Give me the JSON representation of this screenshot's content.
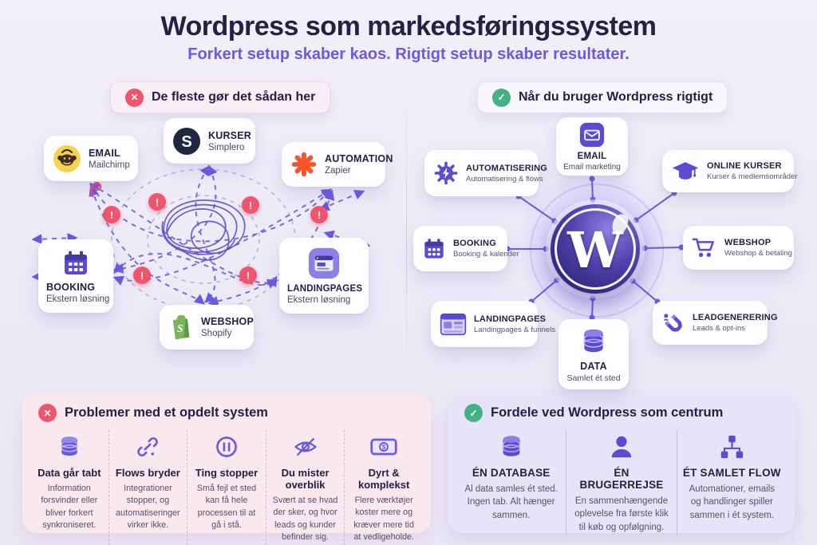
{
  "header": {
    "title": "Wordpress som markedsføringssystem",
    "subtitle": "Forkert setup skaber kaos. Rigtigt setup skaber resultater."
  },
  "icons": {
    "x": "✕",
    "check": "✓",
    "alert": "!"
  },
  "chaos": {
    "badge": "De fleste gør det sådan her",
    "cards": [
      {
        "title": "EMAIL",
        "subtitle": "Mailchimp",
        "icon": "mailchimp-icon"
      },
      {
        "title": "KURSER",
        "subtitle": "Simplero",
        "icon": "simplero-icon"
      },
      {
        "title": "AUTOMATION",
        "subtitle": "Zapier",
        "icon": "zapier-icon"
      },
      {
        "title": "BOOKING",
        "subtitle": "Ekstern løsning",
        "icon": "calendar-icon"
      },
      {
        "title": "WEBSHOP",
        "subtitle": "Shopify",
        "icon": "shopify-icon"
      },
      {
        "title": "LANDINGPAGES",
        "subtitle": "Ekstern løsning",
        "icon": "browser-icon"
      }
    ]
  },
  "hub": {
    "badge": "Når du bruger Wordpress rigtigt",
    "letter": "W",
    "cards": [
      {
        "title": "EMAIL",
        "subtitle": "Email marketing",
        "icon": "envelope-icon"
      },
      {
        "title": "AUTOMATISERING",
        "subtitle": "Automatisering & flows",
        "icon": "gear-bolt-icon"
      },
      {
        "title": "ONLINE KURSER",
        "subtitle": "Kurser & medlemsområder",
        "icon": "graduation-cap-icon"
      },
      {
        "title": "BOOKING",
        "subtitle": "Booking & kalender",
        "icon": "calendar-icon"
      },
      {
        "title": "WEBSHOP",
        "subtitle": "Webshop & betaling",
        "icon": "cart-icon"
      },
      {
        "title": "LANDINGPAGES",
        "subtitle": "Landingpages & funnels",
        "icon": "browser-window-icon"
      },
      {
        "title": "LEADGENERERING",
        "subtitle": "Leads & opt-ins",
        "icon": "magnet-icon"
      },
      {
        "title": "DATA",
        "subtitle": "Samlet ét sted",
        "icon": "database-icon"
      }
    ]
  },
  "problems": {
    "title": "Problemer med et opdelt system",
    "items": [
      {
        "title": "Data går tabt",
        "desc": "Information forsvinder eller bliver forkert synkroniseret.",
        "icon": "database-icon"
      },
      {
        "title": "Flows bryder",
        "desc": "Integrationer stopper, og automatiseringer virker ikke.",
        "icon": "broken-link-icon"
      },
      {
        "title": "Ting stopper",
        "desc": "Små fejl et sted kan få hele processen til at gå i stå.",
        "icon": "pause-icon"
      },
      {
        "title": "Du mister overblik",
        "desc": "Svært at se hvad der sker, og hvor leads og kunder befinder sig.",
        "icon": "eye-off-icon"
      },
      {
        "title": "Dyrt & komplekst",
        "desc": "Flere værktøjer koster mere og kræver mere tid at vedligeholde.",
        "icon": "banknote-icon"
      }
    ]
  },
  "benefits": {
    "title": "Fordele ved Wordpress som centrum",
    "items": [
      {
        "title": "ÉN DATABASE",
        "desc": "Al data samles ét sted. Ingen tab. Alt hænger sammen.",
        "icon": "database-icon"
      },
      {
        "title": "ÉN BRUGERREJSE",
        "desc": "En sammenhængende oplevelse fra første klik til køb og opfølgning.",
        "icon": "user-icon"
      },
      {
        "title": "ÉT SAMLET FLOW",
        "desc": "Automationer, emails og handlinger spiller sammen i ét system.",
        "icon": "flow-icon"
      }
    ]
  },
  "colors": {
    "background": "#eeeaf6",
    "title_navy": "#242145",
    "accent_purple": "#5a4bd1",
    "subtitle_purple": "#6a5ae0",
    "error_red": "#f0556d",
    "success_green": "#43b183",
    "mailchimp_yellow": "#f4d34e",
    "zapier_orange": "#f5552b",
    "shopify_green": "#7ab55c",
    "simplero_navy": "#20273f"
  }
}
